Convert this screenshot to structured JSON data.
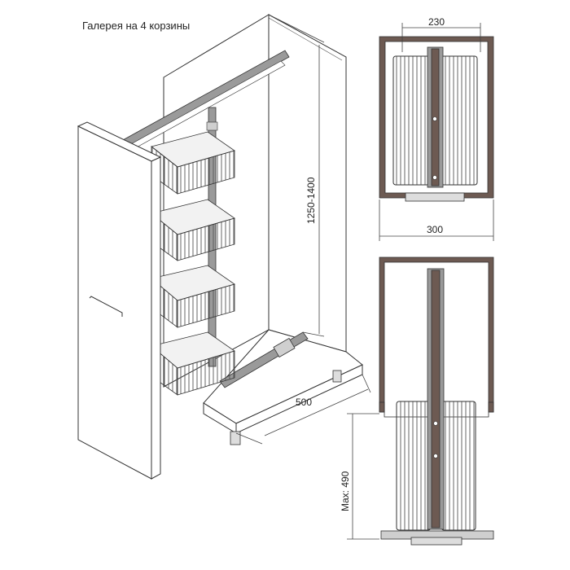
{
  "title": "Галерея на 4 корзины",
  "dimensions": {
    "height_range": "1250-1400",
    "depth": "500",
    "top_width": "230",
    "cabinet_width": "300",
    "max_extension": "Max: 490"
  },
  "colors": {
    "line": "#333333",
    "frame_brown": "#6d5a52",
    "rail_grey": "#9a9a9a"
  }
}
